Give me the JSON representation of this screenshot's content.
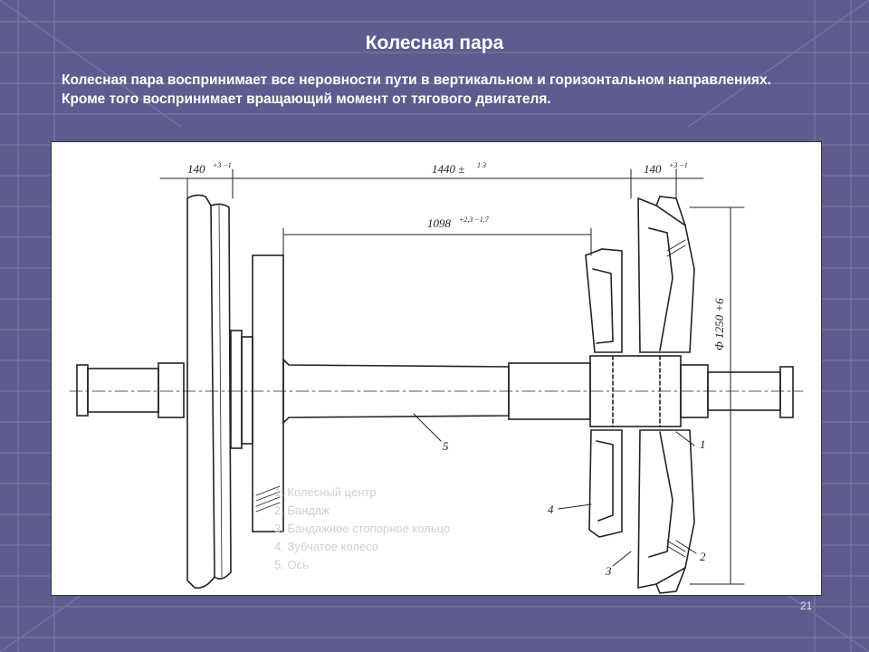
{
  "slide": {
    "title": "Колесная пара",
    "description": "Колесная пара воспринимает все неровности пути в вертикальном и горизонтальном направлениях. Кроме того воспринимает вращающий момент от тягового двигателя.",
    "page_number": "21"
  },
  "drawing": {
    "dimensions": {
      "d1": "140",
      "d1_tol": "+3 −1",
      "d2": "1440 ±",
      "d2_tol": "1 3",
      "d3": "1098",
      "d3_tol": "+2,3 −1,7",
      "d4": "140",
      "d4_tol": "+3 −1",
      "d5": "Φ 1250 +6"
    },
    "callouts": [
      "1",
      "2",
      "3",
      "4",
      "5"
    ]
  },
  "legend": [
    "1. Колесный центр",
    "2. Бандаж",
    "3. Бандажное стопорное кольцо",
    "4. Зубчатое колесо",
    "5. Ось"
  ],
  "colors": {
    "background": "#5e5c8e",
    "grid_line": "#8c8ab4",
    "title_text": "#ffffff"
  }
}
